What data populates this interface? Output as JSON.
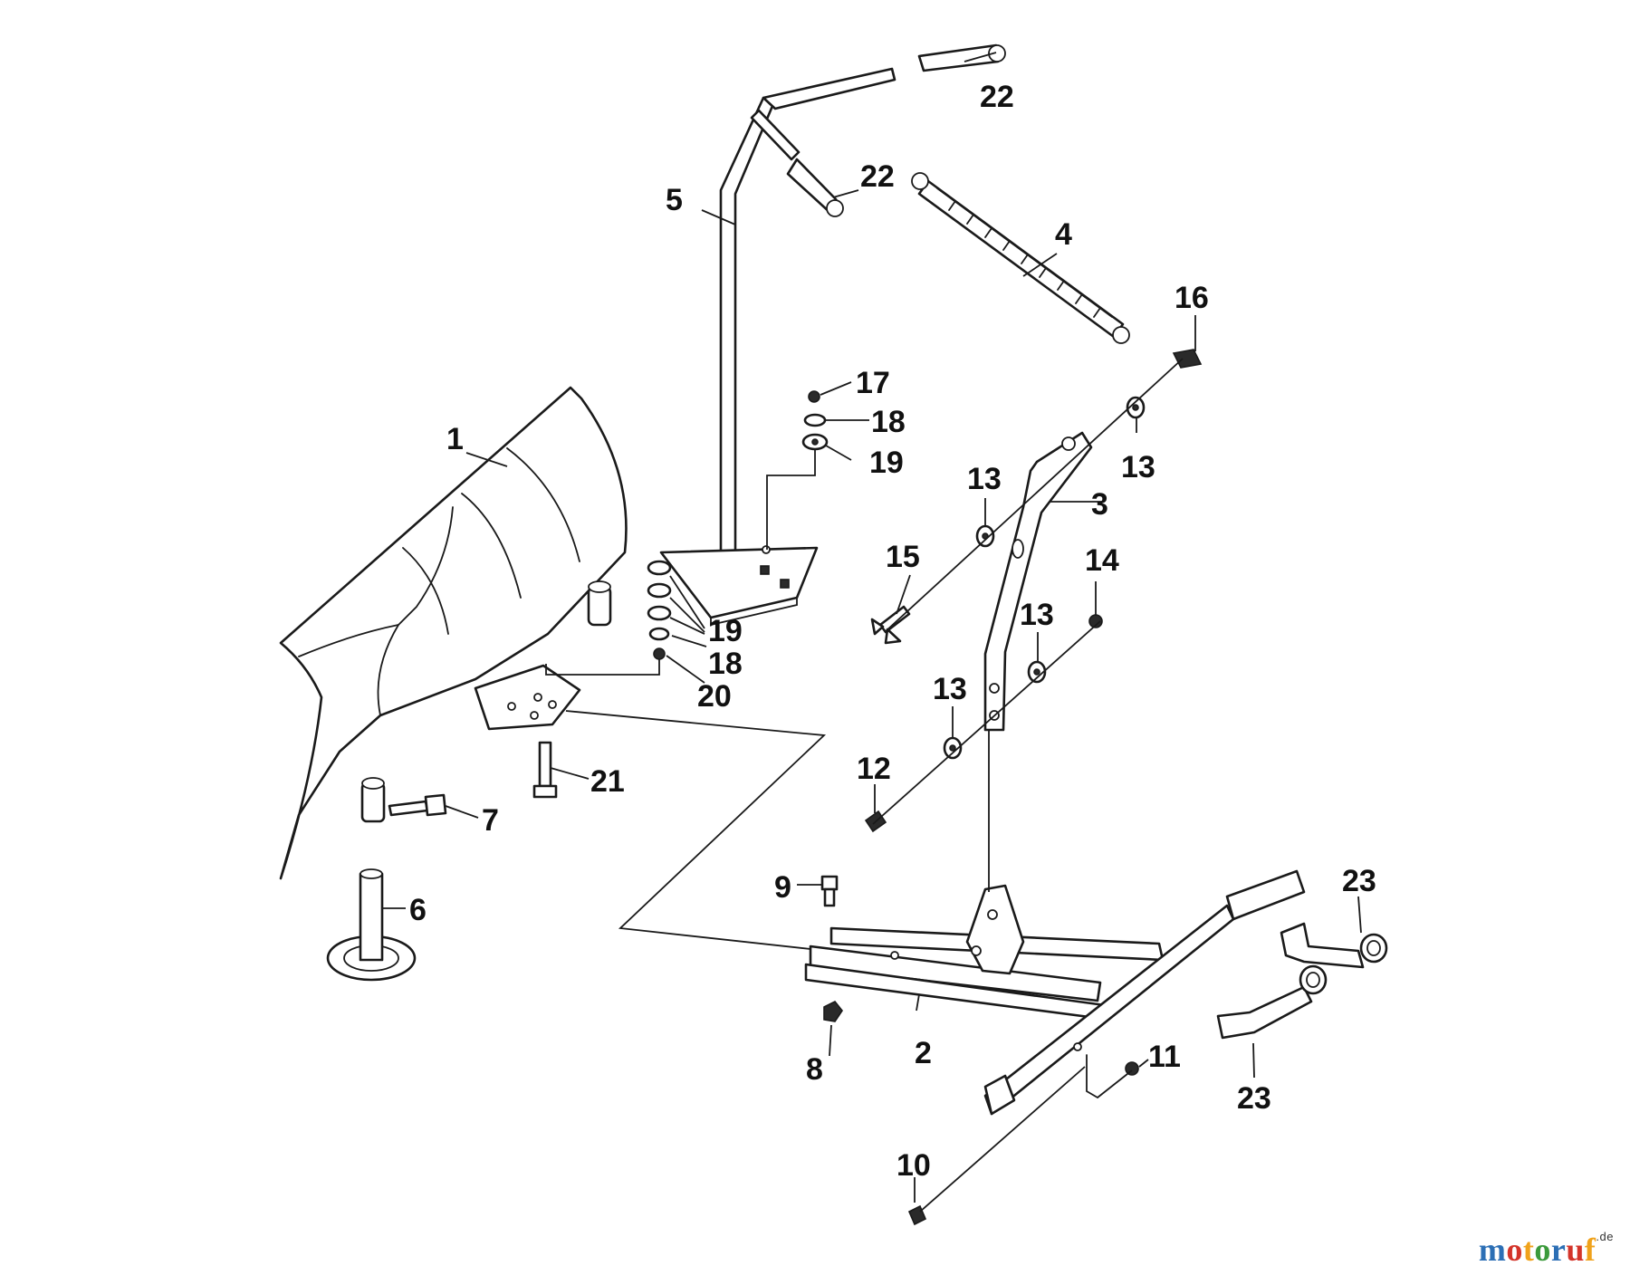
{
  "callouts": {
    "c1": "1",
    "c2": "2",
    "c3": "3",
    "c4": "4",
    "c5": "5",
    "c6": "6",
    "c7": "7",
    "c8": "8",
    "c9": "9",
    "c10": "10",
    "c11": "11",
    "c12": "12",
    "c13a": "13",
    "c13b": "13",
    "c13c": "13",
    "c13d": "13",
    "c14": "14",
    "c15": "15",
    "c16": "16",
    "c17": "17",
    "c18a": "18",
    "c18b": "18",
    "c19a": "19",
    "c19b": "19",
    "c20": "20",
    "c21": "21",
    "c22a": "22",
    "c22b": "22",
    "c23a": "23",
    "c23b": "23"
  },
  "watermark": {
    "letters": [
      "m",
      "o",
      "t",
      "o",
      "r",
      "u",
      "f"
    ],
    "colors": [
      "#2c6fb5",
      "#d4342a",
      "#f0a21b",
      "#3b9a3b",
      "#2c6fb5",
      "#d4342a",
      "#f0a21b"
    ],
    "suffix": ".de"
  }
}
